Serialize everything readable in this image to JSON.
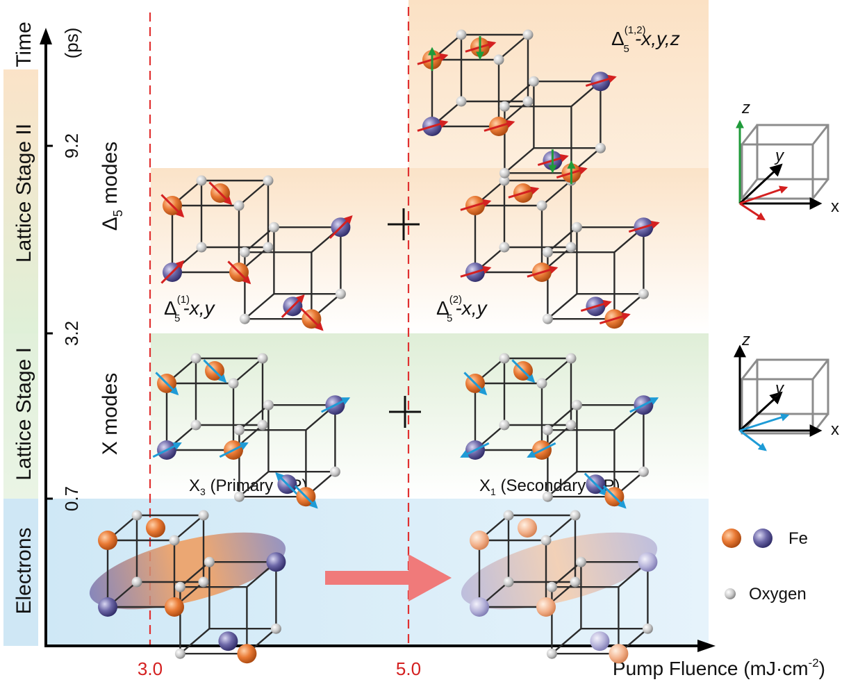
{
  "stage_labels": {
    "time": "Time",
    "lattice_ii": "Lattice Stage II",
    "lattice_i": "Lattice Stage I",
    "electrons": "Electrons"
  },
  "time_axis": {
    "unit": "(ps)",
    "ticks": [
      "9.2",
      "3.2",
      "0.7"
    ]
  },
  "fluence_axis": {
    "label": "Pump Fluence (mJ·cm",
    "label_sup": "-2",
    "label_end": ")",
    "ticks": [
      "3.0",
      "5.0"
    ],
    "tick_color": "#d42020"
  },
  "mode_labels": {
    "delta5_base": "Δ",
    "delta5_sub": "5",
    "delta5_rest": " modes",
    "x_modes": "X modes"
  },
  "panel_labels": {
    "d5_1": {
      "base": "Δ",
      "sub": "5",
      "sup": "(1)",
      "rest": "-x,y"
    },
    "d5_2": {
      "base": "Δ",
      "sub": "5",
      "sup": "(2)",
      "rest": "-x,y"
    },
    "d5_12": {
      "base": "Δ",
      "sub": "5",
      "sup": "(1,2)",
      "rest": "-x,y,z"
    },
    "x3": {
      "base": "X",
      "sub": "3",
      "rest": " (Primary OP)"
    },
    "x1": {
      "base": "X",
      "sub": "1",
      "rest": " (Secondary OP)"
    }
  },
  "plus_symbol": "+",
  "axes_triad": {
    "x": "x",
    "y": "y",
    "z": "z"
  },
  "legend": {
    "fe": "Fe",
    "oxygen": "Oxygen"
  },
  "colors": {
    "stage_ii_band": "#fbe3c8",
    "stage_i_band": "#e3f0dc",
    "electrons_band": "#d5ebf7",
    "fe_orange": "#e07a3c",
    "fe_purple": "#6f6ba8",
    "oxygen": "#b8b8b8",
    "arrow_red": "#d42020",
    "arrow_blue": "#1e9bd6",
    "arrow_green": "#1f9a3a",
    "dashed": "#e03030"
  }
}
